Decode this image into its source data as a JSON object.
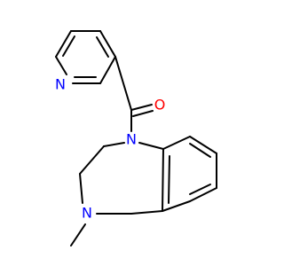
{
  "atoms": {
    "pyridine_n": {
      "symbol": "N",
      "color": "#0000ff"
    },
    "carbonyl_o": {
      "symbol": "O",
      "color": "#ff0000"
    },
    "ring_n1": {
      "symbol": "N",
      "color": "#0000ff"
    },
    "ring_n4": {
      "symbol": "N",
      "color": "#0000ff"
    }
  }
}
